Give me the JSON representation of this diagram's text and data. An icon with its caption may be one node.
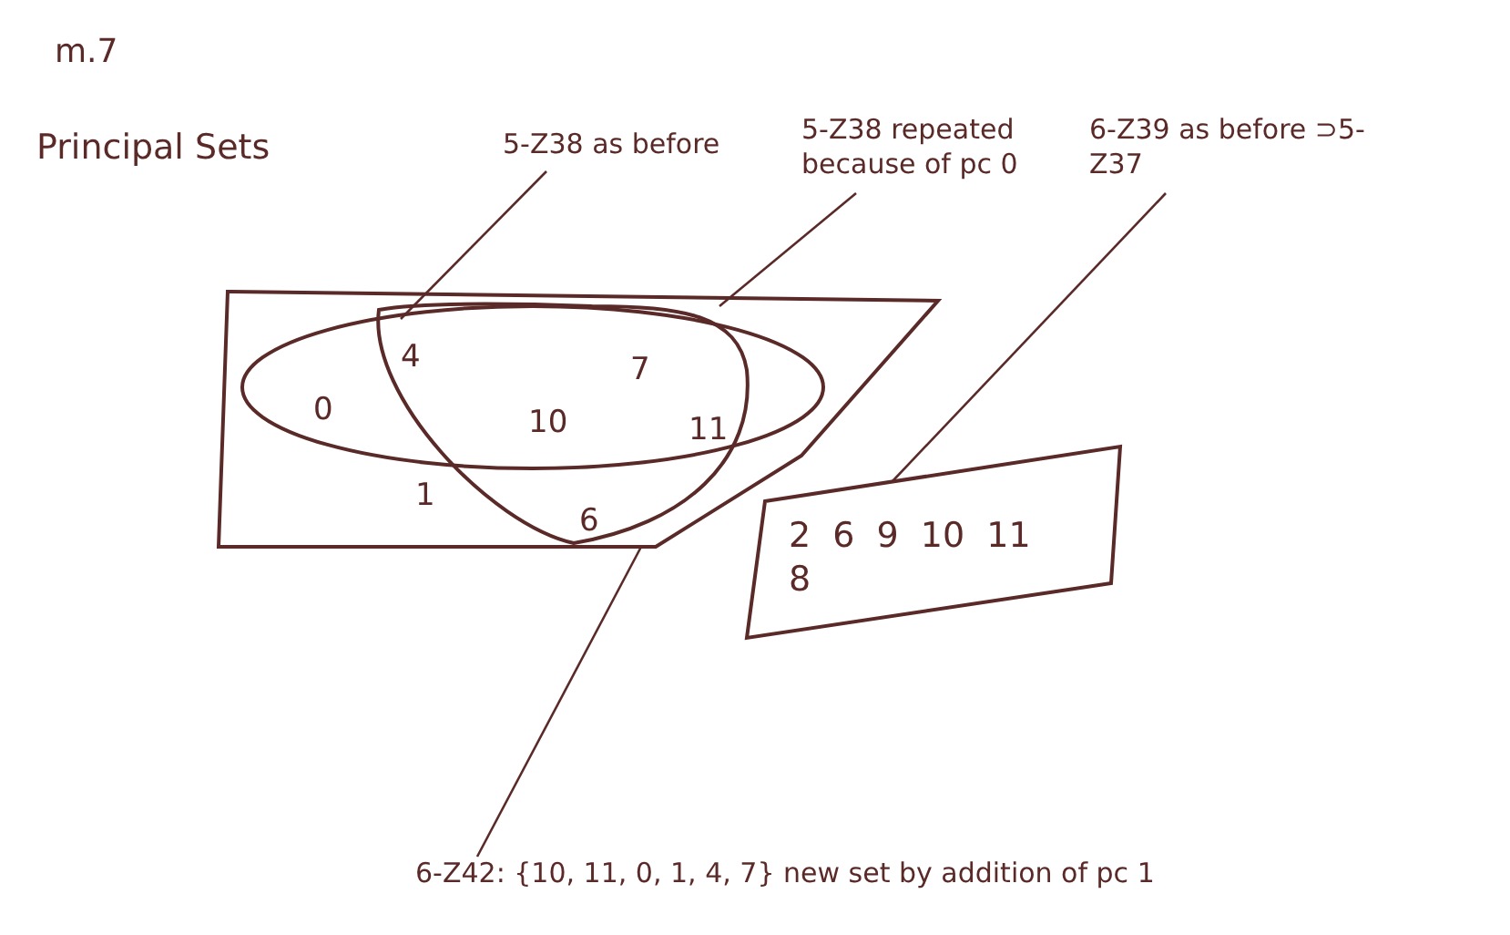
{
  "diagram": {
    "nodes": [
      {
        "text": [],
        "shape": "pentagon"
      },
      {
        "text": [],
        "shape": "oval",
        "in": 0
      },
      {
        "text": [],
        "shape": "loop",
        "in": 0
      },
      {
        "text": [
          "2 6 9 10 11 8"
        ]
      },
      {
        "text": [
          "5-Z38 as before"
        ]
      },
      {
        "text": [
          "5-Z38 repeated because of pc 0"
        ]
      },
      {
        "text": [
          "6-Z39 as before ⊃5-Z37"
        ]
      },
      {
        "text": [
          "6-Z42: {10, 11, 0, 1, 4, 7} new set by addition of pc 1"
        ]
      }
    ],
    "edges": [
      {
        "from": 4,
        "to": 1,
        "arrow": "none"
      },
      {
        "from": 5,
        "to": 2,
        "arrow": "none"
      },
      {
        "from": 6,
        "to": 3,
        "arrow": "none"
      },
      {
        "from": 7,
        "to": 0,
        "arrow": "none"
      }
    ],
    "labels": [
      "m.7",
      "Principal Sets",
      "4",
      "7",
      "0",
      "10",
      "11",
      "1",
      "6"
    ]
  }
}
